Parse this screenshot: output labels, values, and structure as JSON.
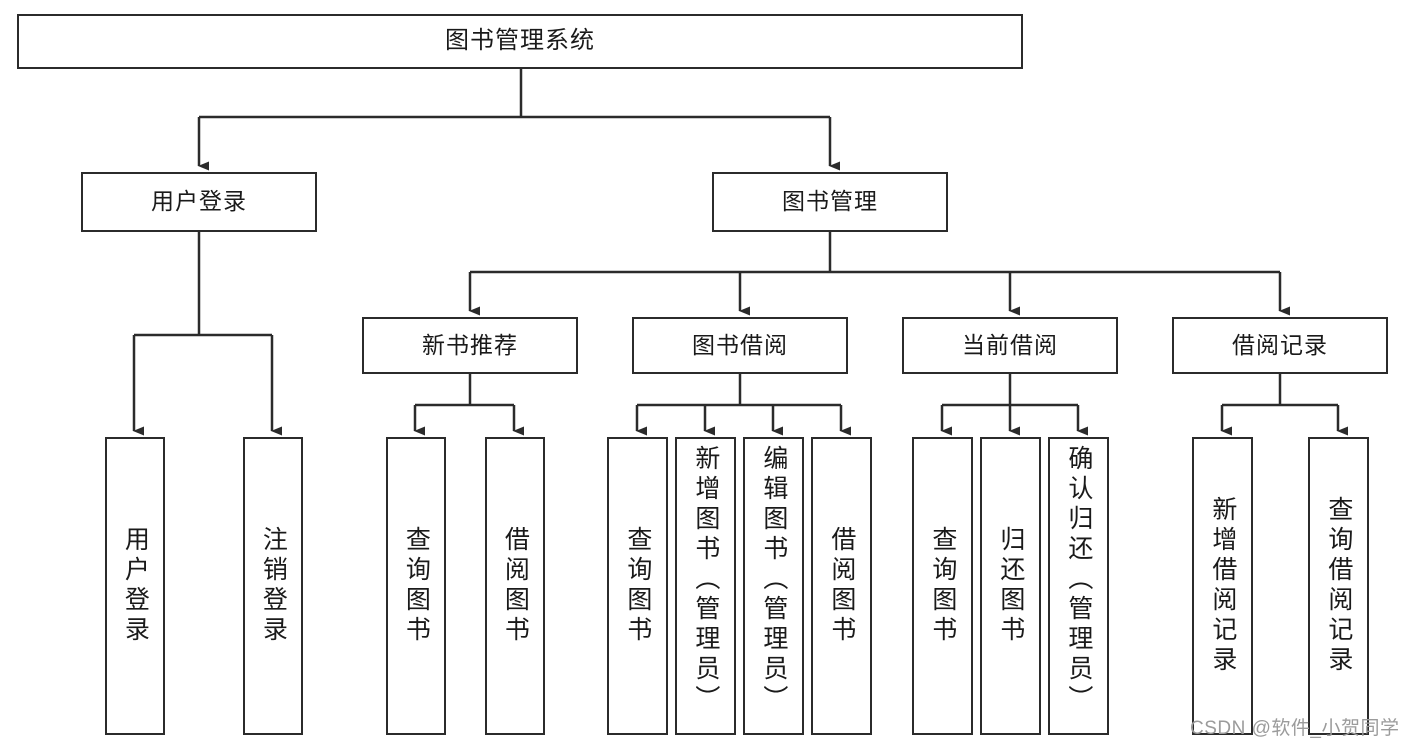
{
  "diagram": {
    "title": "图书管理系统",
    "type": "hierarchy-tree",
    "stroke_color": "#2b2b2b",
    "background_color": "#ffffff",
    "root": {
      "id": "root",
      "label": "图书管理系统"
    },
    "level2": [
      {
        "id": "user-login",
        "label": "用户登录"
      },
      {
        "id": "book-management",
        "label": "图书管理"
      }
    ],
    "level3": [
      {
        "id": "new-book-recommend",
        "label": "新书推荐"
      },
      {
        "id": "book-borrow",
        "label": "图书借阅"
      },
      {
        "id": "current-borrow",
        "label": "当前借阅"
      },
      {
        "id": "borrow-record",
        "label": "借阅记录"
      }
    ],
    "leaves": {
      "user_login": [
        {
          "id": "leaf-user-login",
          "label": "用户登录"
        },
        {
          "id": "leaf-logout-login",
          "label": "注销登录"
        }
      ],
      "new_book_recommend": [
        {
          "id": "leaf-query-book-1",
          "label": "查询图书"
        },
        {
          "id": "leaf-borrow-book-1",
          "label": "借阅图书"
        }
      ],
      "book_borrow": [
        {
          "id": "leaf-query-book-2",
          "label": "查询图书"
        },
        {
          "id": "leaf-add-book",
          "label": "新增图书（管理员）"
        },
        {
          "id": "leaf-edit-book",
          "label": "编辑图书（管理员）"
        },
        {
          "id": "leaf-borrow-book-2",
          "label": "借阅图书"
        }
      ],
      "current_borrow": [
        {
          "id": "leaf-query-book-3",
          "label": "查询图书"
        },
        {
          "id": "leaf-return-book",
          "label": "归还图书"
        },
        {
          "id": "leaf-confirm-return",
          "label": "确认归还（管理员）"
        }
      ],
      "borrow_record": [
        {
          "id": "leaf-add-record",
          "label": "新增借阅记录"
        },
        {
          "id": "leaf-query-record",
          "label": "查询借阅记录"
        }
      ]
    }
  },
  "watermark": {
    "text": "CSDN @软件_小贺同学"
  }
}
